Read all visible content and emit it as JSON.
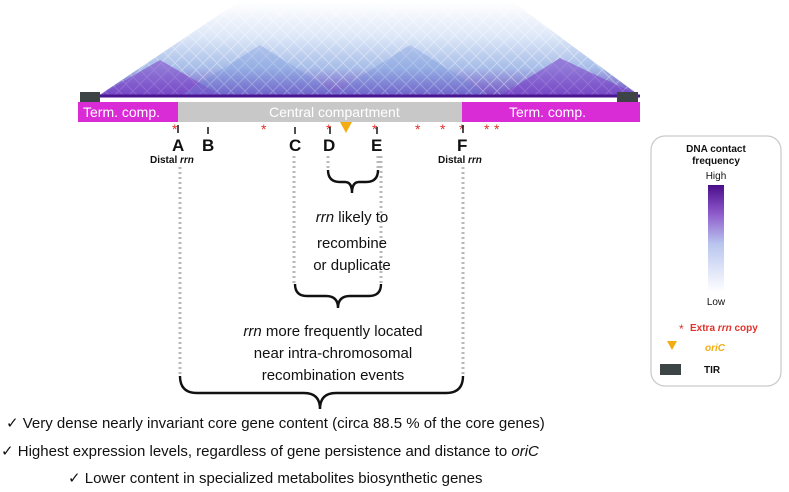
{
  "bar": {
    "left_label": "Term. comp.",
    "center_label": "Central compartment",
    "right_label": "Term. comp."
  },
  "sites": {
    "a": "A",
    "b": "B",
    "c": "C",
    "d": "D",
    "e": "E",
    "f": "F",
    "distal_word": "Distal",
    "rrn": "rrn"
  },
  "annotations": {
    "de_line1_em": "rrn",
    "de_line1_rest": " likely to",
    "de_line2": "recombine",
    "de_line3": "or duplicate",
    "ce_line1_em": "rrn",
    "ce_line1_rest": " more frequently located",
    "ce_line2": "near intra-chromosomal",
    "ce_line3": "recombination events"
  },
  "bullets": [
    {
      "check": "✓",
      "text": "Very dense nearly invariant core gene content (circa 88.5 % of the core genes)"
    },
    {
      "check": "✓",
      "text": "Highest expression levels, regardless of gene persistence and distance to ",
      "em": "oriC"
    },
    {
      "check": "✓",
      "text": "Lower content in specialized metabolites biosynthetic genes"
    }
  ],
  "legend": {
    "title_line1": "DNA contact",
    "title_line2": "frequency",
    "high": "High",
    "low": "Low",
    "extra_prefix": "Extra ",
    "extra_em": "rrn",
    "extra_suffix": " copy",
    "oric": "oriC",
    "tir": "TIR",
    "star": "*"
  },
  "colors": {
    "terminal": "#d92bd6",
    "central": "#c8c8c8",
    "star": "#e0322b",
    "oric": "#f2ad12",
    "tir": "#3d4446",
    "contact_high": "#5a1596",
    "contact_mid": "#9b7fd0",
    "contact_low": "#e3eefb"
  }
}
